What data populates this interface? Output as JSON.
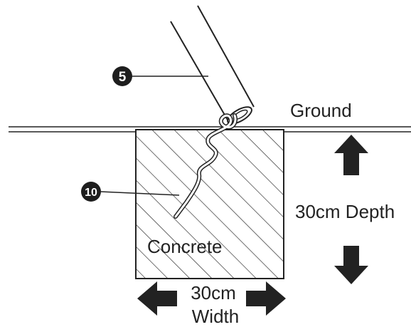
{
  "labels": {
    "ground": "Ground",
    "depth": "30cm Depth",
    "width_value": "30cm",
    "width_word": "Width",
    "concrete": "Concrete"
  },
  "callouts": {
    "pole": "5",
    "anchor": "10"
  },
  "colors": {
    "ink": "#222222",
    "badge": "#1e1e1e",
    "background": "#ffffff"
  },
  "icons": {
    "depth_arrow_up": "arrow-up-icon",
    "depth_arrow_down": "arrow-down-icon",
    "width_arrow_left": "arrow-left-icon",
    "width_arrow_right": "arrow-right-icon"
  }
}
